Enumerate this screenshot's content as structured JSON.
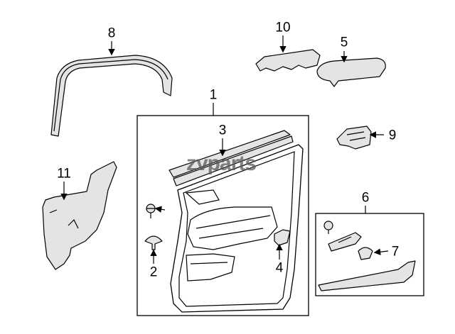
{
  "watermark": "zvparts",
  "callouts": {
    "c1": "1",
    "c2": "2",
    "c3": "3",
    "c4": "4",
    "c5": "5",
    "c6": "6",
    "c7": "7",
    "c8": "8",
    "c9": "9",
    "c10": "10",
    "c11": "11"
  }
}
